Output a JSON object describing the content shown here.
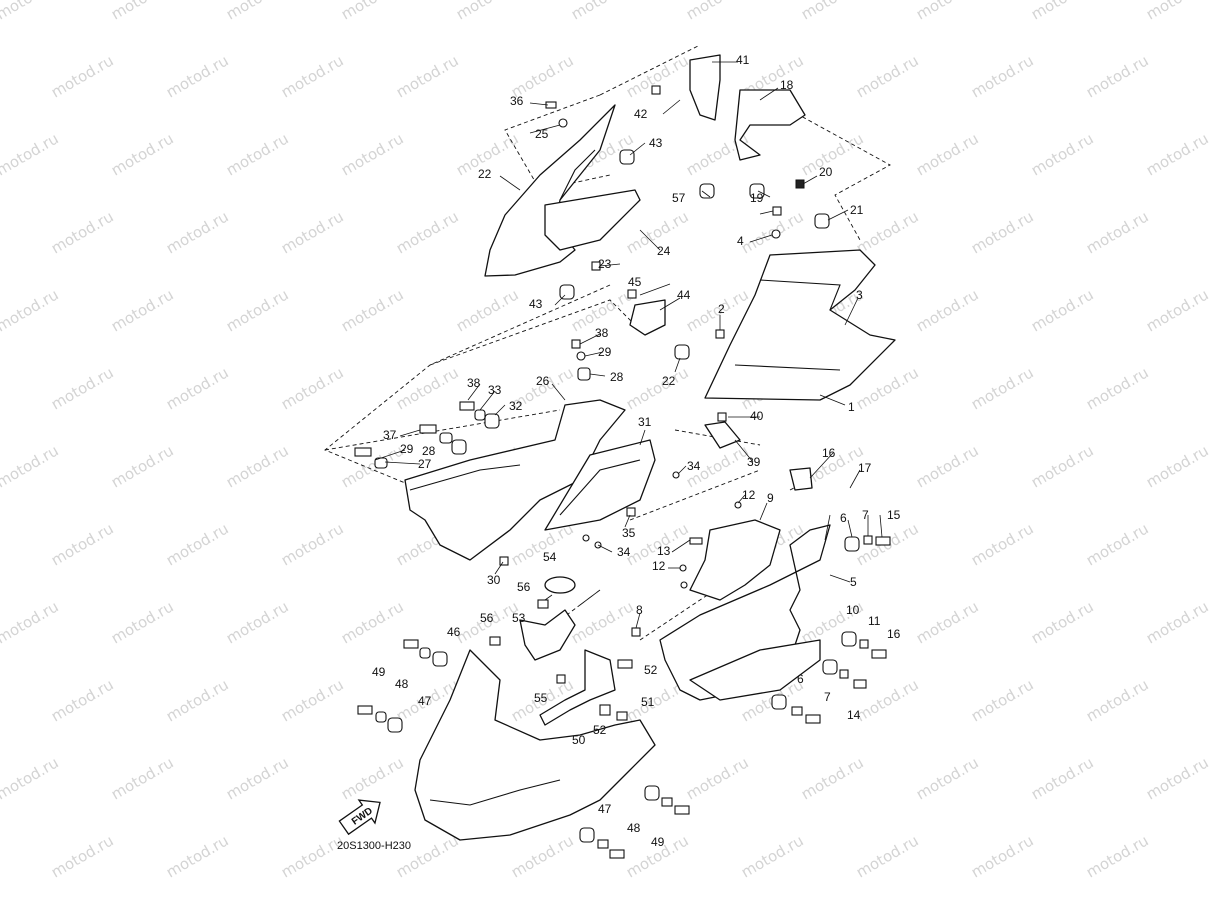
{
  "diagram": {
    "drawing_code": "20S1300-H230",
    "fwd_label": "FWD",
    "watermark_text": "motod.ru",
    "callouts": [
      "1",
      "2",
      "3",
      "4",
      "5",
      "6",
      "6",
      "7",
      "7",
      "8",
      "9",
      "10",
      "11",
      "12",
      "12",
      "13",
      "14",
      "15",
      "16",
      "16",
      "17",
      "18",
      "19",
      "20",
      "21",
      "22",
      "22",
      "23",
      "24",
      "25",
      "26",
      "27",
      "28",
      "28",
      "29",
      "29",
      "30",
      "31",
      "32",
      "33",
      "34",
      "34",
      "35",
      "36",
      "37",
      "38",
      "38",
      "39",
      "40",
      "41",
      "42",
      "43",
      "43",
      "44",
      "45",
      "46",
      "47",
      "47",
      "48",
      "48",
      "49",
      "49",
      "50",
      "51",
      "52",
      "52",
      "53",
      "54",
      "55",
      "56",
      "56",
      "57"
    ]
  }
}
